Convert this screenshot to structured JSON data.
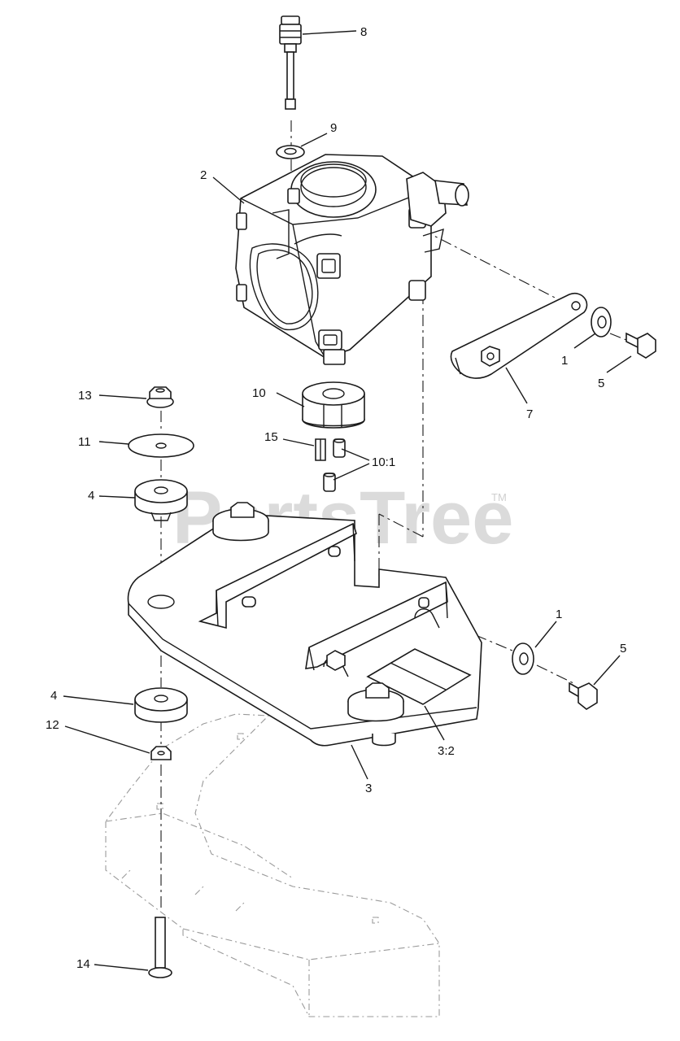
{
  "watermark": {
    "text": "PartsTree",
    "mark": "TM"
  },
  "callouts": {
    "c1a": "1",
    "c1b": "1",
    "c2": "2",
    "c3": "3",
    "c3b": "3:2",
    "c4a": "4",
    "c4b": "4",
    "c5a": "5",
    "c5b": "5",
    "c7": "7",
    "c8": "8",
    "c9": "9",
    "c10": "10",
    "c10b": "10:1",
    "c11": "11",
    "c12": "12",
    "c13": "13",
    "c14": "14",
    "c15": "15"
  }
}
